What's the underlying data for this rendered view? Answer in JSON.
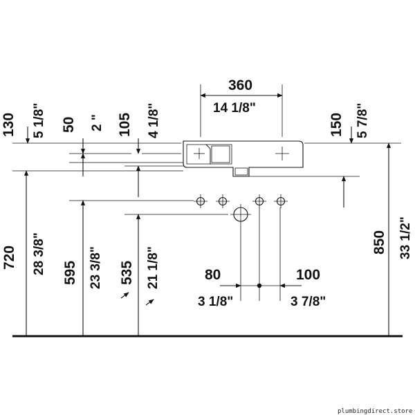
{
  "dimensions": {
    "top_130_mm": "130",
    "top_130_in": "5 1/8\"",
    "top_50_mm": "50",
    "top_50_in": "2 \"",
    "top_105_mm": "105",
    "top_105_in": "4 1/8\"",
    "width_360_mm": "360",
    "width_360_in": "14 1/8\"",
    "right_150_mm": "150",
    "right_150_in": "5 7/8\"",
    "h_720_mm": "720",
    "h_720_in": "28 3/8\"",
    "h_595_mm": "595",
    "h_595_in": "23 3/8\"",
    "h_535_mm": "535",
    "h_535_in": "21 1/8\"",
    "h_850_mm": "850",
    "h_850_in": "33 1/2\"",
    "off_80_mm": "80",
    "off_80_in": "3 1/8\"",
    "off_100_mm": "100",
    "off_100_in": "3 7/8\""
  },
  "watermark": "plumbingdirect.store",
  "colors": {
    "ink": "#111111",
    "background": "#ffffff"
  }
}
